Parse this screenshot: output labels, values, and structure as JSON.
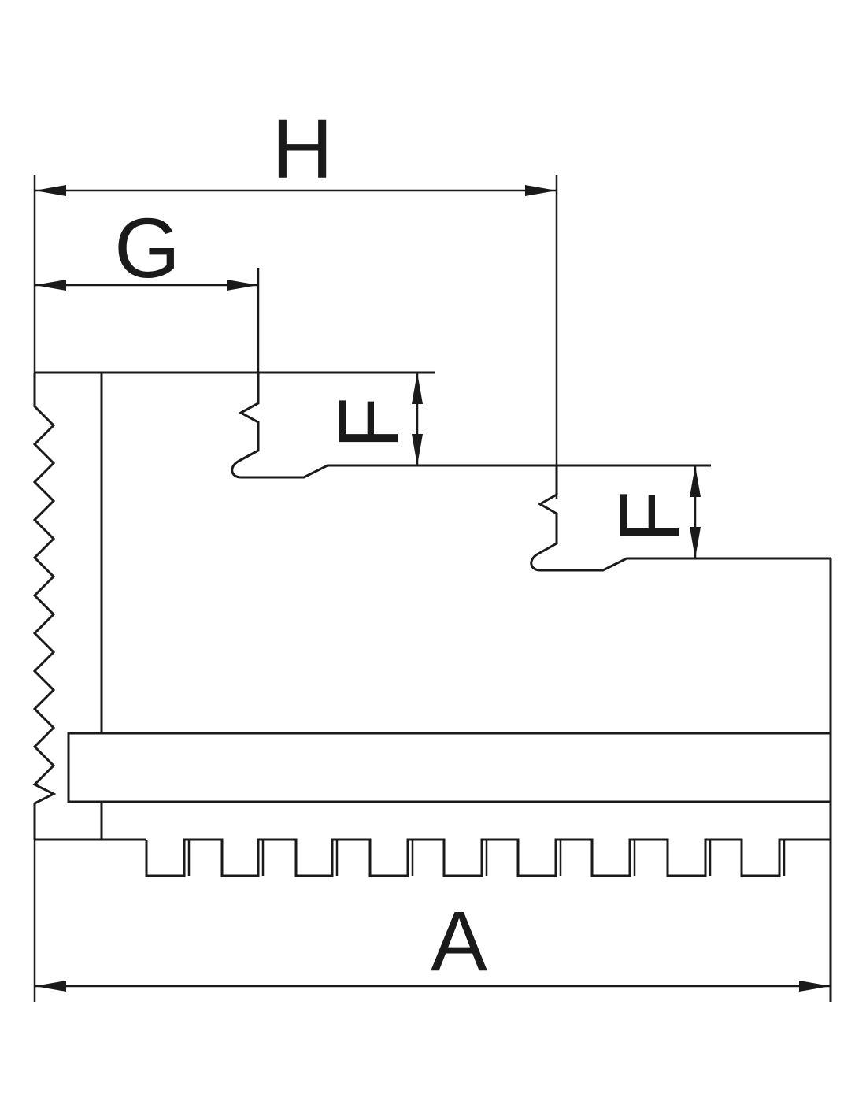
{
  "diagram": {
    "labels": {
      "h": "H",
      "g": "G",
      "f_upper": "F",
      "f_lower": "F",
      "a": "A"
    },
    "colors": {
      "stroke": "#1a1a1a",
      "background": "#ffffff"
    }
  }
}
